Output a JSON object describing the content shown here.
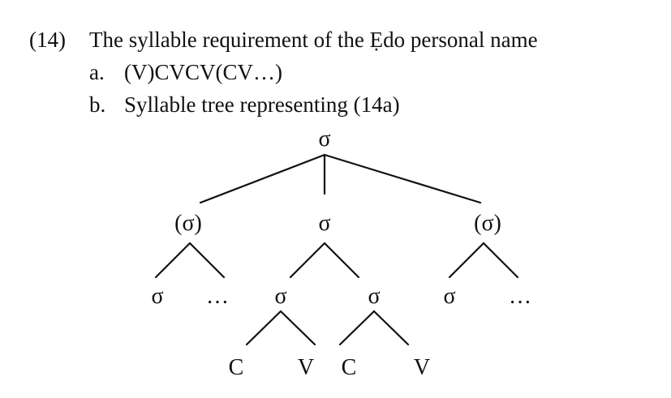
{
  "example": {
    "number": "(14)",
    "title": "The syllable requirement of the Ẹdo personal name",
    "items": [
      {
        "label": "a.",
        "text": "(V)CVCV(CV…)"
      },
      {
        "label": "b.",
        "text": "Syllable tree representing (14a)"
      }
    ]
  },
  "tree": {
    "root": "σ",
    "level1": [
      "(σ)",
      "σ",
      "(σ)"
    ],
    "level2": [
      "σ",
      "…",
      "σ",
      "σ",
      "σ",
      "…"
    ],
    "level3": [
      "C",
      "V",
      "C",
      "V"
    ]
  }
}
